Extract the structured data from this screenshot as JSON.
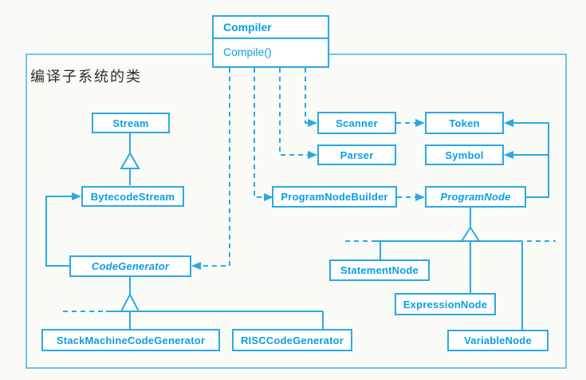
{
  "subsystem": {
    "label": "编译子系统的类"
  },
  "facade": {
    "name": "Compiler",
    "method": "Compile()"
  },
  "classes": {
    "stream": {
      "label": "Stream",
      "abstract": false
    },
    "bytecode_stream": {
      "label": "BytecodeStream",
      "abstract": false
    },
    "code_generator": {
      "label": "CodeGenerator",
      "abstract": true
    },
    "stack_machine_code_generator": {
      "label": "StackMachineCodeGenerator",
      "abstract": false
    },
    "risc_code_generator": {
      "label": "RISCCodeGenerator",
      "abstract": false
    },
    "scanner": {
      "label": "Scanner",
      "abstract": false
    },
    "token": {
      "label": "Token",
      "abstract": false
    },
    "parser": {
      "label": "Parser",
      "abstract": false
    },
    "symbol": {
      "label": "Symbol",
      "abstract": false
    },
    "program_node_builder": {
      "label": "ProgramNodeBuilder",
      "abstract": false
    },
    "program_node": {
      "label": "ProgramNode",
      "abstract": true
    },
    "statement_node": {
      "label": "StatementNode",
      "abstract": false
    },
    "expression_node": {
      "label": "ExpressionNode",
      "abstract": false
    },
    "variable_node": {
      "label": "VariableNode",
      "abstract": false
    }
  },
  "relationships": {
    "dependencies": [
      {
        "from": "Compiler",
        "to": "Scanner"
      },
      {
        "from": "Compiler",
        "to": "Parser"
      },
      {
        "from": "Compiler",
        "to": "ProgramNodeBuilder"
      },
      {
        "from": "Compiler",
        "to": "CodeGenerator"
      },
      {
        "from": "Scanner",
        "to": "Token"
      },
      {
        "from": "ProgramNodeBuilder",
        "to": "ProgramNode"
      }
    ],
    "associations": [
      {
        "from": "CodeGenerator",
        "to": "BytecodeStream"
      },
      {
        "from": "ProgramNode",
        "to": "Token"
      },
      {
        "from": "ProgramNode",
        "to": "Symbol"
      }
    ],
    "inheritance": [
      {
        "parent": "Stream",
        "children": [
          "BytecodeStream"
        ]
      },
      {
        "parent": "CodeGenerator",
        "children": [
          "StackMachineCodeGenerator",
          "RISCCodeGenerator"
        ]
      },
      {
        "parent": "ProgramNode",
        "children": [
          "StatementNode",
          "ExpressionNode",
          "VariableNode"
        ]
      }
    ]
  },
  "colors": {
    "line": "#2ba9e2",
    "boundary": "#6cc6ea",
    "class_text": "#0c9fdf",
    "label_text": "#2e2e2e",
    "background": "#fafaf6"
  }
}
